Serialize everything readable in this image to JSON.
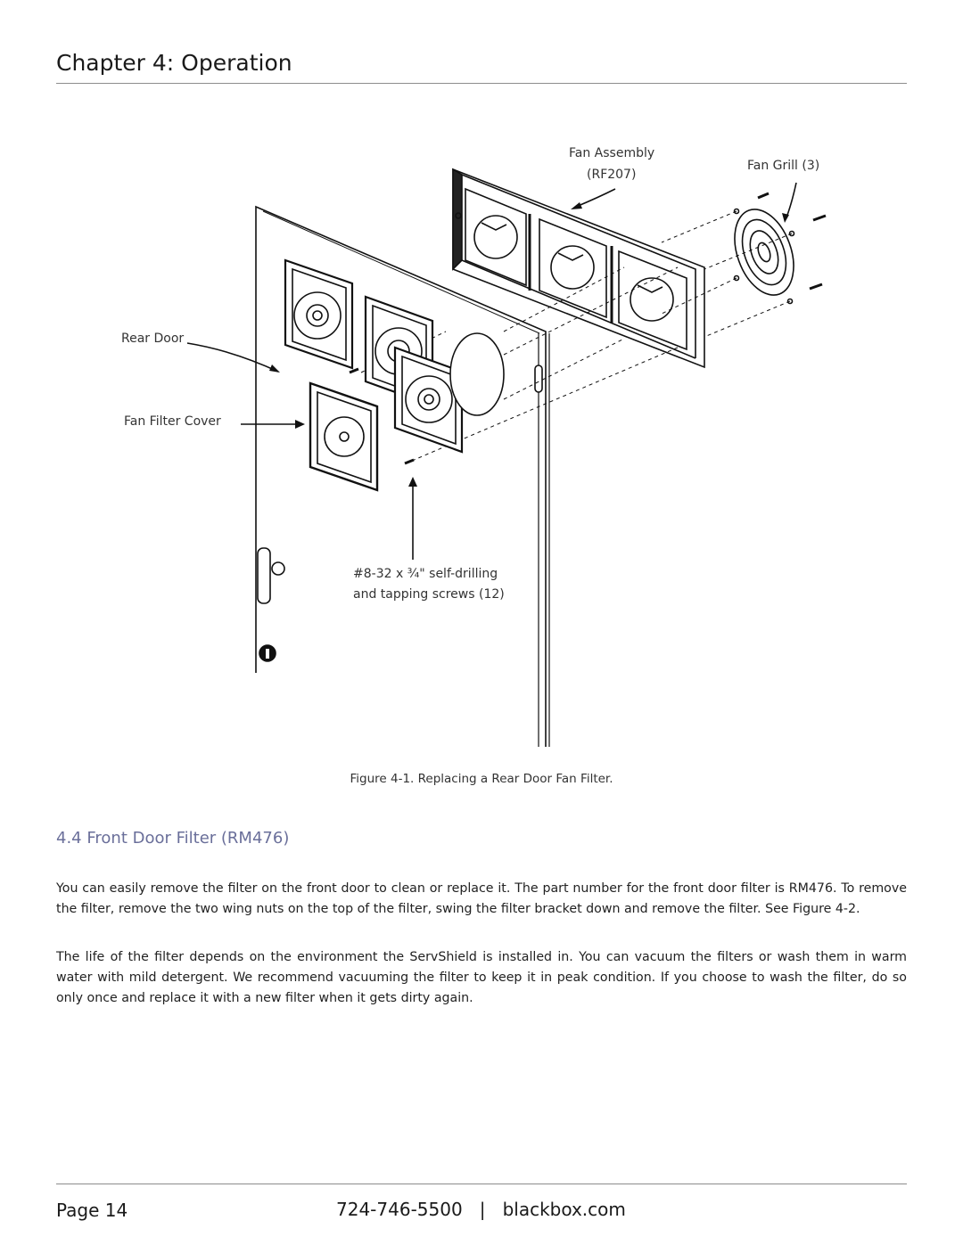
{
  "header": {
    "title": "Chapter 4: Operation"
  },
  "figure": {
    "labels": {
      "fan_assembly": "Fan Assembly",
      "fan_assembly_part": "(RF207)",
      "fan_grill": "Fan Grill (3)",
      "rear_door": "Rear Door",
      "fan_filter_cover": "Fan Filter Cover",
      "screws_line1": "#8-32 x ¾\" self-drilling",
      "screws_line2": "and tapping screws (12)"
    },
    "caption": "Figure 4-1. Replacing a Rear Door Fan Filter."
  },
  "section": {
    "heading": "4.4 Front Door Filter (RM476)",
    "paragraphs": [
      "You can easily remove the filter on the front door to clean or replace it. The part number for the front door filter is RM476. To remove the filter, remove the two wing nuts on the top of the filter, swing the filter bracket down and remove the filter. See Figure 4-2.",
      "The life of the filter depends on the environment the ServShield is installed in. You can vacuum the filters or wash them in warm water with mild detergent. We recommend vacuuming the filter to keep it in peak condition. If you choose to wash the filter, do so only once and replace it with a new filter when it gets dirty again."
    ]
  },
  "footer": {
    "page": "Page 14",
    "contact": "724-746-5500   |   blackbox.com"
  }
}
